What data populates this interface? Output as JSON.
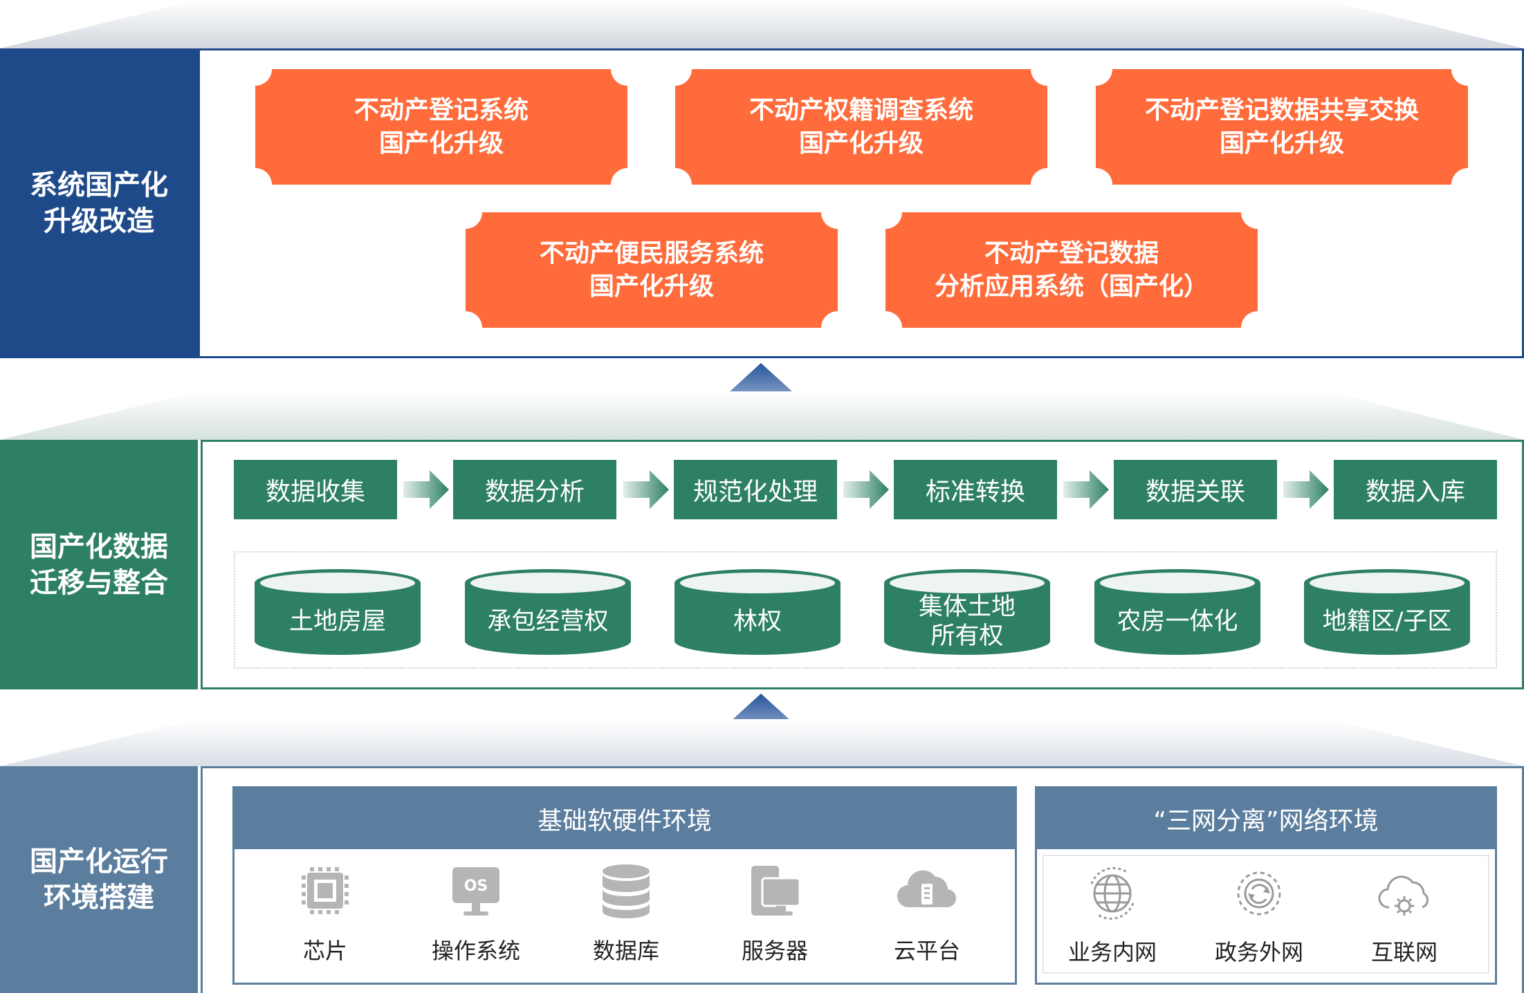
{
  "layers": {
    "top": {
      "label": "系统国产化\n升级改造",
      "color": "#1e4a8a",
      "systems": [
        "不动产登记系统\n国产化升级",
        "不动产权籍调查系统\n国产化升级",
        "不动产登记数据共享交换\n国产化升级",
        "不动产便民服务系统\n国产化升级",
        "不动产登记数据\n分析应用系统（国产化）"
      ]
    },
    "middle": {
      "label": "国产化数据\n迁移与整合",
      "color": "#2e8063",
      "steps": [
        "数据收集",
        "数据分析",
        "规范化处理",
        "标准转换",
        "数据关联",
        "数据入库"
      ],
      "databases": [
        "土地房屋",
        "承包经营权",
        "林权",
        "集体土地\n所有权",
        "农房一体化",
        "地籍区/子区"
      ]
    },
    "bottom": {
      "label": "国产化运行\n环境搭建",
      "color": "#5b7d9e",
      "basic_env": {
        "title": "基础软硬件环境",
        "items": [
          {
            "icon": "chip-icon",
            "label": "芯片"
          },
          {
            "icon": "os-icon",
            "label": "操作系统"
          },
          {
            "icon": "database-icon",
            "label": "数据库"
          },
          {
            "icon": "server-icon",
            "label": "服务器"
          },
          {
            "icon": "cloud-platform-icon",
            "label": "云平台"
          }
        ]
      },
      "network_env": {
        "title": "“三网分离”网络环境",
        "items": [
          {
            "icon": "globe-icon",
            "label": "业务内网"
          },
          {
            "icon": "refresh-globe-icon",
            "label": "政务外网"
          },
          {
            "icon": "cloud-gear-icon",
            "label": "互联网"
          }
        ]
      }
    }
  },
  "colors": {
    "orange": "#ff6b3a",
    "navy": "#1e4a8a",
    "green": "#2e8063",
    "steel": "#5b7d9e",
    "icon_gray": "#b5b5b5"
  }
}
